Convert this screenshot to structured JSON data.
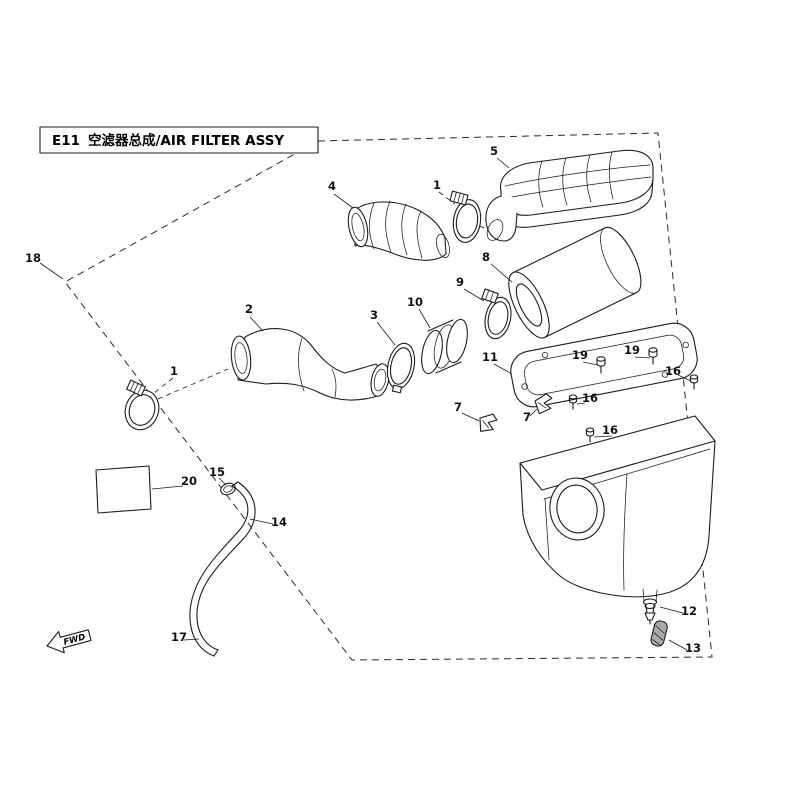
{
  "header": {
    "code": "E11",
    "name": "空滤器总成/AIR FILTER ASSY"
  },
  "orientation": {
    "fwd_label": "FWD"
  },
  "callouts": [
    {
      "label": "18"
    },
    {
      "label": "1"
    },
    {
      "label": "2"
    },
    {
      "label": "4"
    },
    {
      "label": "1"
    },
    {
      "label": "5"
    },
    {
      "label": "8"
    },
    {
      "label": "9"
    },
    {
      "label": "10"
    },
    {
      "label": "3"
    },
    {
      "label": "11"
    },
    {
      "label": "19"
    },
    {
      "label": "19"
    },
    {
      "label": "16"
    },
    {
      "label": "16"
    },
    {
      "label": "7"
    },
    {
      "label": "7"
    },
    {
      "label": "16"
    },
    {
      "label": "20"
    },
    {
      "label": "15"
    },
    {
      "label": "14"
    },
    {
      "label": "17"
    },
    {
      "label": "12"
    },
    {
      "label": "13"
    }
  ]
}
